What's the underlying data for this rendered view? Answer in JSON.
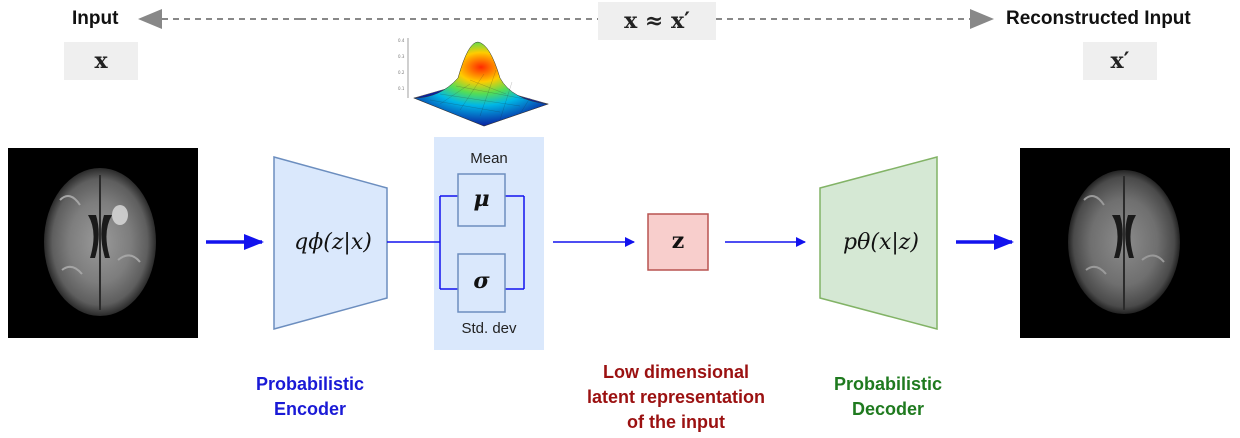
{
  "header": {
    "input_label": "Input",
    "output_label": "Reconstructed Input",
    "approx_equation": "x ≈ x′",
    "input_symbol": "x",
    "output_symbol": "x′"
  },
  "encoder": {
    "formula": "qϕ(z|x)",
    "caption_line1": "Probabilistic",
    "caption_line2": "Encoder",
    "color": "#1a1ad6"
  },
  "latent_params": {
    "mean_label": "Mean",
    "mean_symbol": "μ",
    "std_label": "Std. dev",
    "std_symbol": "σ"
  },
  "latent": {
    "symbol": "z",
    "caption_line1": "Low dimensional",
    "caption_line2": "latent representation",
    "caption_line3": "of the input",
    "color": "#9b1111"
  },
  "decoder": {
    "formula": "pθ(x|z)",
    "caption_line1": "Probabilistic",
    "caption_line2": "Decoder",
    "color": "#1f7a1f"
  },
  "images": {
    "input_image": "brain-mri-scan",
    "output_image": "reconstructed-brain-mri-scan",
    "gaussian_plot": "3d-gaussian-surface-plot"
  },
  "colors": {
    "arrow": "#1212ee",
    "encoder_fill": "#dae8fc",
    "encoder_stroke": "#6c8ebf",
    "decoder_fill": "#d5e8d4",
    "decoder_stroke": "#82b366",
    "latent_fill": "#f8cecc",
    "latent_stroke": "#b85450"
  }
}
